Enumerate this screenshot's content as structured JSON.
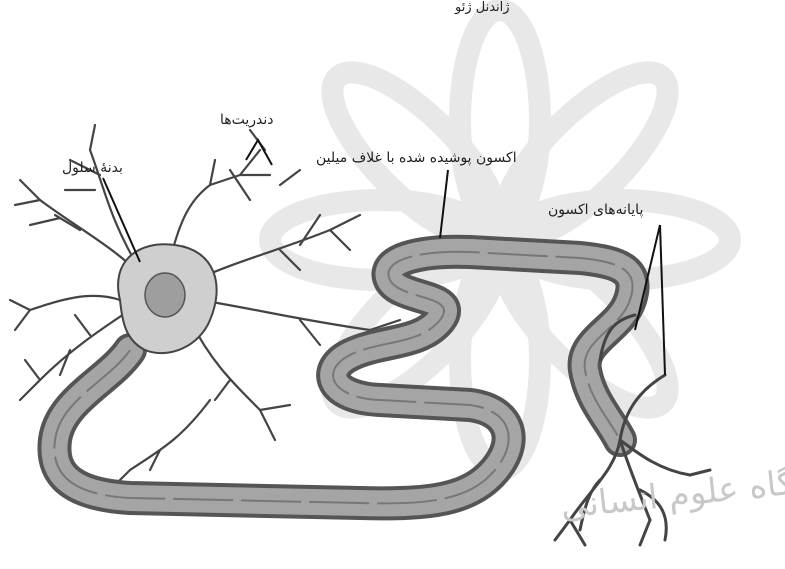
{
  "labels": {
    "top_fragment": "ژاندنل ژئو",
    "dendrites": "دندریت‌ها",
    "cell_body": "بدنهٔ سلول",
    "myelinated_axon": "اکسون پوشیده شده با غلاف میلین",
    "axon_terminals": "پایانه‌های اکسون",
    "watermark_text": "پژوهشگاه علوم انسانی"
  },
  "colors": {
    "ink": "#222222",
    "myelin_fill": "#9a9a9a",
    "myelin_dark": "#555555",
    "soma_fill": "#cfcfcf",
    "watermark": "#d9d9d9"
  },
  "icons": {
    "background_logo": "rosette-watermark-logo"
  }
}
